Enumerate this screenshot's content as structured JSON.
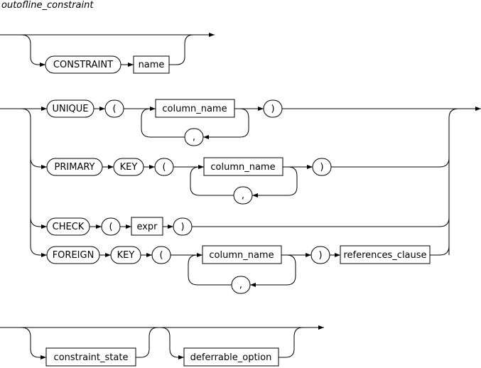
{
  "title": "outofline_constraint",
  "section1": {
    "constraint_kw": "CONSTRAINT",
    "name": "name"
  },
  "section2": {
    "unique_kw": "UNIQUE",
    "primary_kw": "PRIMARY",
    "key_kw": "KEY",
    "check_kw": "CHECK",
    "foreign_kw": "FOREIGN",
    "lparen": "(",
    "rparen": ")",
    "comma": ",",
    "column_name": "column_name",
    "expr": "expr",
    "references_clause": "references_clause"
  },
  "section3": {
    "constraint_state": "constraint_state",
    "deferrable_option": "deferrable_option"
  }
}
